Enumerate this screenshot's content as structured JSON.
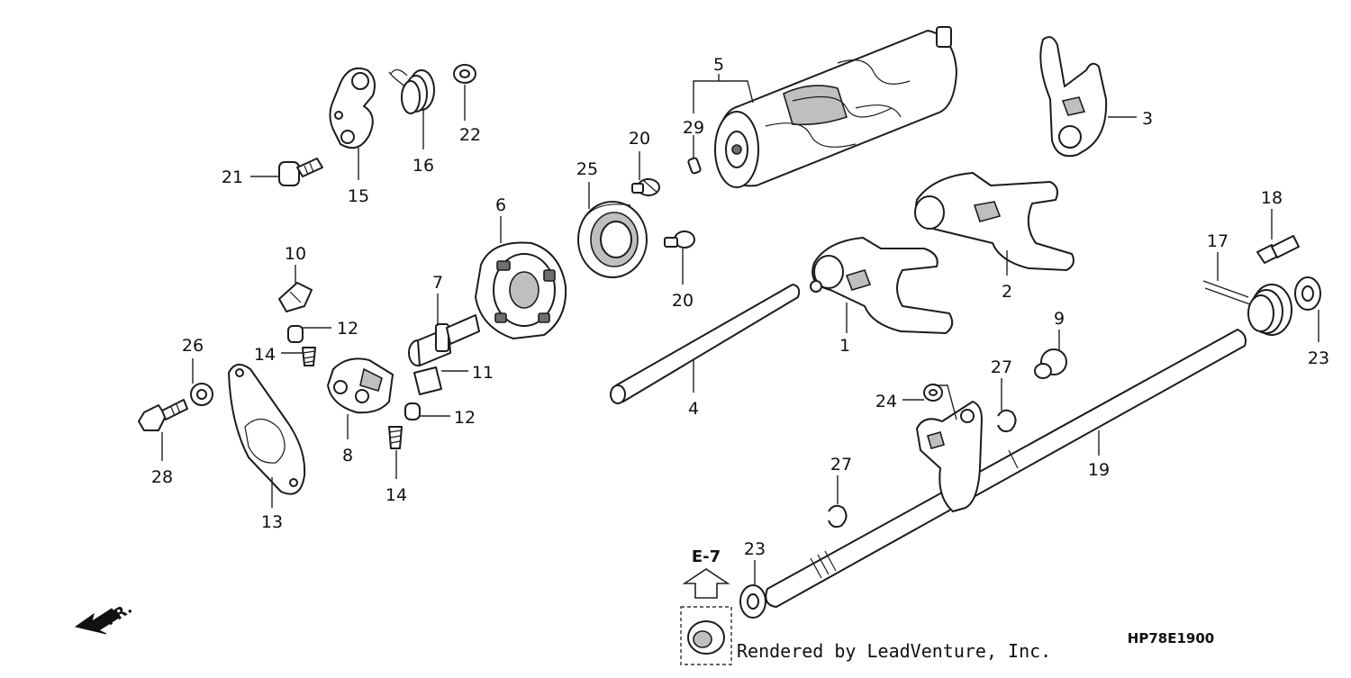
{
  "diagram": {
    "callouts": [
      "1",
      "2",
      "3",
      "4",
      "5",
      "6",
      "7",
      "8",
      "9",
      "10",
      "11",
      "12",
      "12",
      "13",
      "14",
      "14",
      "15",
      "16",
      "17",
      "18",
      "19",
      "20",
      "20",
      "21",
      "22",
      "23",
      "23",
      "24",
      "25",
      "26",
      "27",
      "27",
      "28",
      "29"
    ],
    "reference_label": "E-7",
    "direction_label": "FR.",
    "drawing_code": "HP78E1900",
    "credit": "Rendered by LeadVenture, Inc."
  }
}
